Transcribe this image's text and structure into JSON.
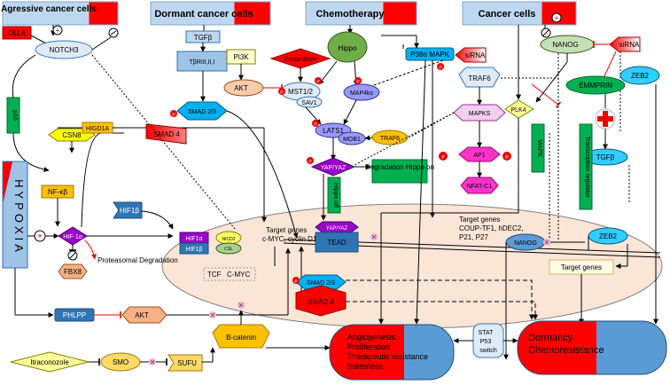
{
  "headers": {
    "aggressive": "Agressive  cancer cells",
    "dormant": "Dormant cancer cells",
    "chemo": "Chemotherapy",
    "cancer": "Cancer cells"
  },
  "nodes": {
    "dll4": "DLL4",
    "notch3": "NOTCH3",
    "p16": "p16",
    "hypoxia": "HYPOXIA",
    "csn8": "CSN8",
    "nfkb": "NF-κβ",
    "hif1a": "HIF-1α",
    "fbx8": "FBX8",
    "proteasomal": "Proteasomal Degradation",
    "higd1a": "HIGD1A",
    "hif1b_left": "HIF1β",
    "tgfb_top": "TGFβ",
    "tgfbr": "TβRIII,II,I",
    "smad23_top": "SMAD 2/3",
    "smad4_top": "SMAD 4",
    "pi3k": "PI3K",
    "akt_top": "AKT",
    "doxorubicin": "Doxorubicin",
    "hippo": "Hippo",
    "mst12": "MST1/2",
    "sav1": "SAV1",
    "map4ks": "MAP4ks",
    "lats1": "LATS1",
    "mob1": "MOB1",
    "traf6_mid": "TRAF6",
    "yaptaz": "YAP/YAZ",
    "degradation": "Degradation Hippo on",
    "hippo_off": "Hippo off",
    "p38": "P38α MAPK",
    "sirna_mid": "siRNA",
    "traf6_right": "TRAF6",
    "mapks": "MAPKS",
    "ap1": "AP1",
    "nfatc1": "NFAT-C1",
    "mapk_vertical": "MAPK",
    "plk4": "PLK4",
    "nanog_top": "NANOG",
    "sirna_right": "siRNA",
    "emmprin": "EMMPRIN",
    "zeb2_top": "ZEB2",
    "tgfb_right": "TGFβ",
    "transcription": "Transcription regulator",
    "hif1a_complex": "HIF1α",
    "hif1b_complex": "HIF1β",
    "nico2": "NICD2",
    "csl": "CSL",
    "target_left_1": "Target genes",
    "target_left_2": "c-MYC, cyclin D1",
    "yap_tead": "YAP/YAZ",
    "tead": "TEAD",
    "tcf": "TCF",
    "cmyc": "C-MYC",
    "smad23_bottom": "SMAD 2/3",
    "smad4_bottom": "SMAD 4",
    "target_right_1": "Target genes",
    "target_right_2": "COUP-TF1, hDEC2,",
    "target_right_3": "P21, P27",
    "nanog_bottom": "NANOG",
    "zeb2_bottom": "ZEB2",
    "target_genes_box": "Target genes",
    "phlpp": "PHLPP",
    "akt_bottom": "AKT",
    "bcatenin": "B-catenin",
    "itraconazole": "Itraconozole",
    "smo": "SMO",
    "sufu": "SUFU",
    "outcome_1": "Angiogenesis",
    "outcome_2": "Proliferation",
    "outcome_3": "Therapeutic resistance",
    "outcome_4": "Stemness",
    "stat": "STAT",
    "p53": "P53",
    "switch": "switch",
    "dormancy": "Dormancy",
    "chemoresistance": "Chemoresistance"
  },
  "colors": {
    "header_blue": "#bdd7ee",
    "red": "#ff0000",
    "green": "#00b050",
    "yellow": "#ffff99",
    "orange_fill": "#fbe5d6",
    "purple": "#9900cc",
    "cyan": "#33ccff",
    "light_blue": "#c6dbef"
  }
}
